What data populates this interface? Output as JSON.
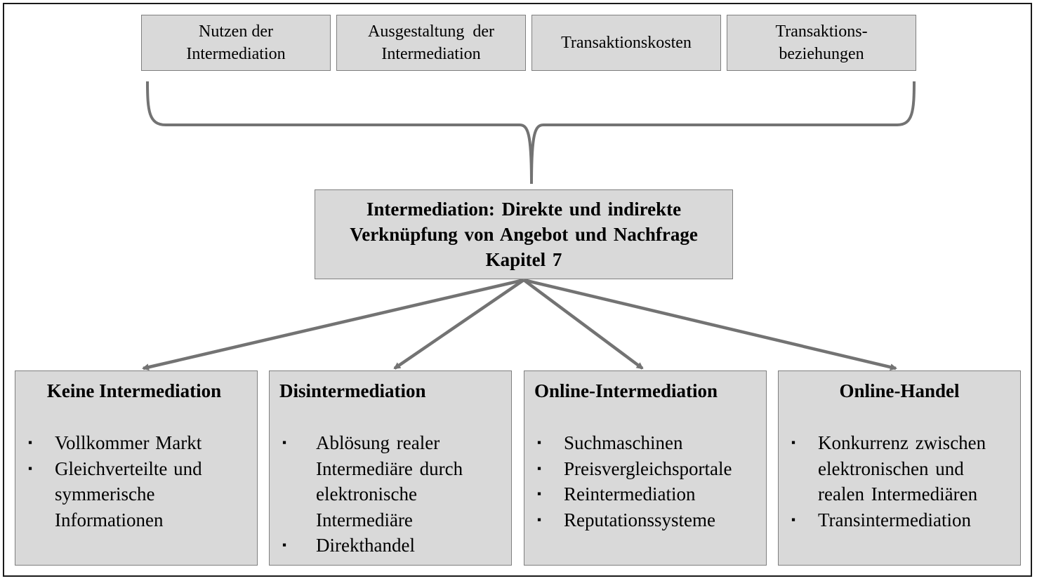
{
  "top_boxes": [
    {
      "line1": "Nutzen der",
      "line2": "Intermediation"
    },
    {
      "line1": "Ausgestaltung  der",
      "line2": "Intermediation"
    },
    {
      "line1": "Transaktionskosten",
      "line2": ""
    },
    {
      "line1": "Transaktions-",
      "line2": "beziehungen"
    }
  ],
  "center": {
    "line1": "Intermediation: Direkte und indirekte",
    "line2": "Verknüpfung von Angebot und Nachfrage",
    "line3": "Kapitel 7"
  },
  "bottom_boxes": [
    {
      "title": "Keine Intermediation",
      "items": [
        "Vollkommer Markt",
        "Gleichverteilte und symmerische Informationen"
      ]
    },
    {
      "title": "Disintermediation",
      "items": [
        "Ablösung realer Intermediäre durch elektronische Intermediäre",
        "Direkthandel"
      ]
    },
    {
      "title": "Online-Intermediation",
      "items": [
        "Suchmaschinen",
        "Preisvergleichsportale",
        "Reintermediation",
        "Reputationssysteme"
      ]
    },
    {
      "title": "Online-Handel",
      "items": [
        "Konkurrenz zwischen elektronischen und realen Intermediären",
        "Transintermediation"
      ]
    }
  ],
  "bullet_symbol": "▪",
  "colors": {
    "box_fill": "#d9d9d9",
    "box_border": "#7f7f7f",
    "connector": "#737373"
  }
}
